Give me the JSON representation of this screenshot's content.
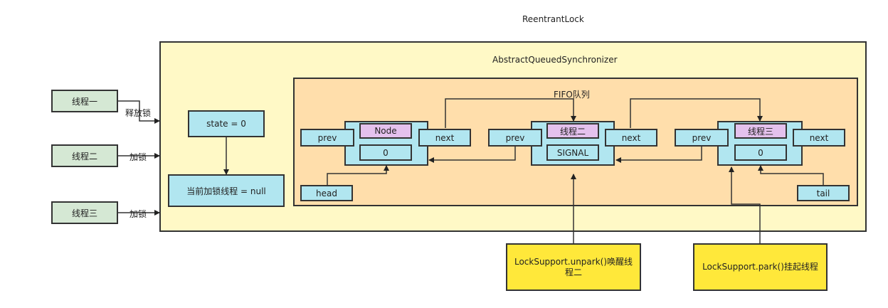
{
  "title": "ReentrantLock",
  "aqs": {
    "label": "AbstractQueuedSynchronizer"
  },
  "queue": {
    "label": "FIFO队列"
  },
  "threads": [
    {
      "label": "线程一",
      "action": "释放锁"
    },
    {
      "label": "线程二",
      "action": "加锁"
    },
    {
      "label": "线程三",
      "action": "加锁"
    }
  ],
  "state": {
    "label": "state = 0"
  },
  "owner": {
    "label": "当前加锁线程 = null"
  },
  "nodes": [
    {
      "prev": "prev",
      "name": "Node",
      "status": "0",
      "next": "next"
    },
    {
      "prev": "prev",
      "name": "线程二",
      "status": "SIGNAL",
      "next": "next"
    },
    {
      "prev": "prev",
      "name": "线程三",
      "status": "0",
      "next": "next"
    }
  ],
  "head": {
    "label": "head"
  },
  "tail": {
    "label": "tail"
  },
  "notes": {
    "unpark": "LockSupport.unpark()唤醒线程二",
    "park": "LockSupport.park()挂起线程"
  },
  "colors": {
    "outer_container": "#fff9c6",
    "queue_container": "#ffdeab",
    "node": "#b1e6f0",
    "node_name": "#e4c1ed",
    "thread": "#d5e8d4",
    "note": "#ffe83a"
  }
}
